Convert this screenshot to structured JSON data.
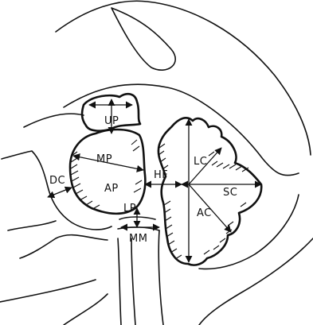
{
  "diagram": {
    "labels": {
      "up": "UP",
      "mp": "MP",
      "ap": "AP",
      "dc": "DC",
      "hf": "HF",
      "lp": "LP",
      "mm": "MM",
      "lc": "LC",
      "sc": "SC",
      "ac": "AC"
    }
  }
}
